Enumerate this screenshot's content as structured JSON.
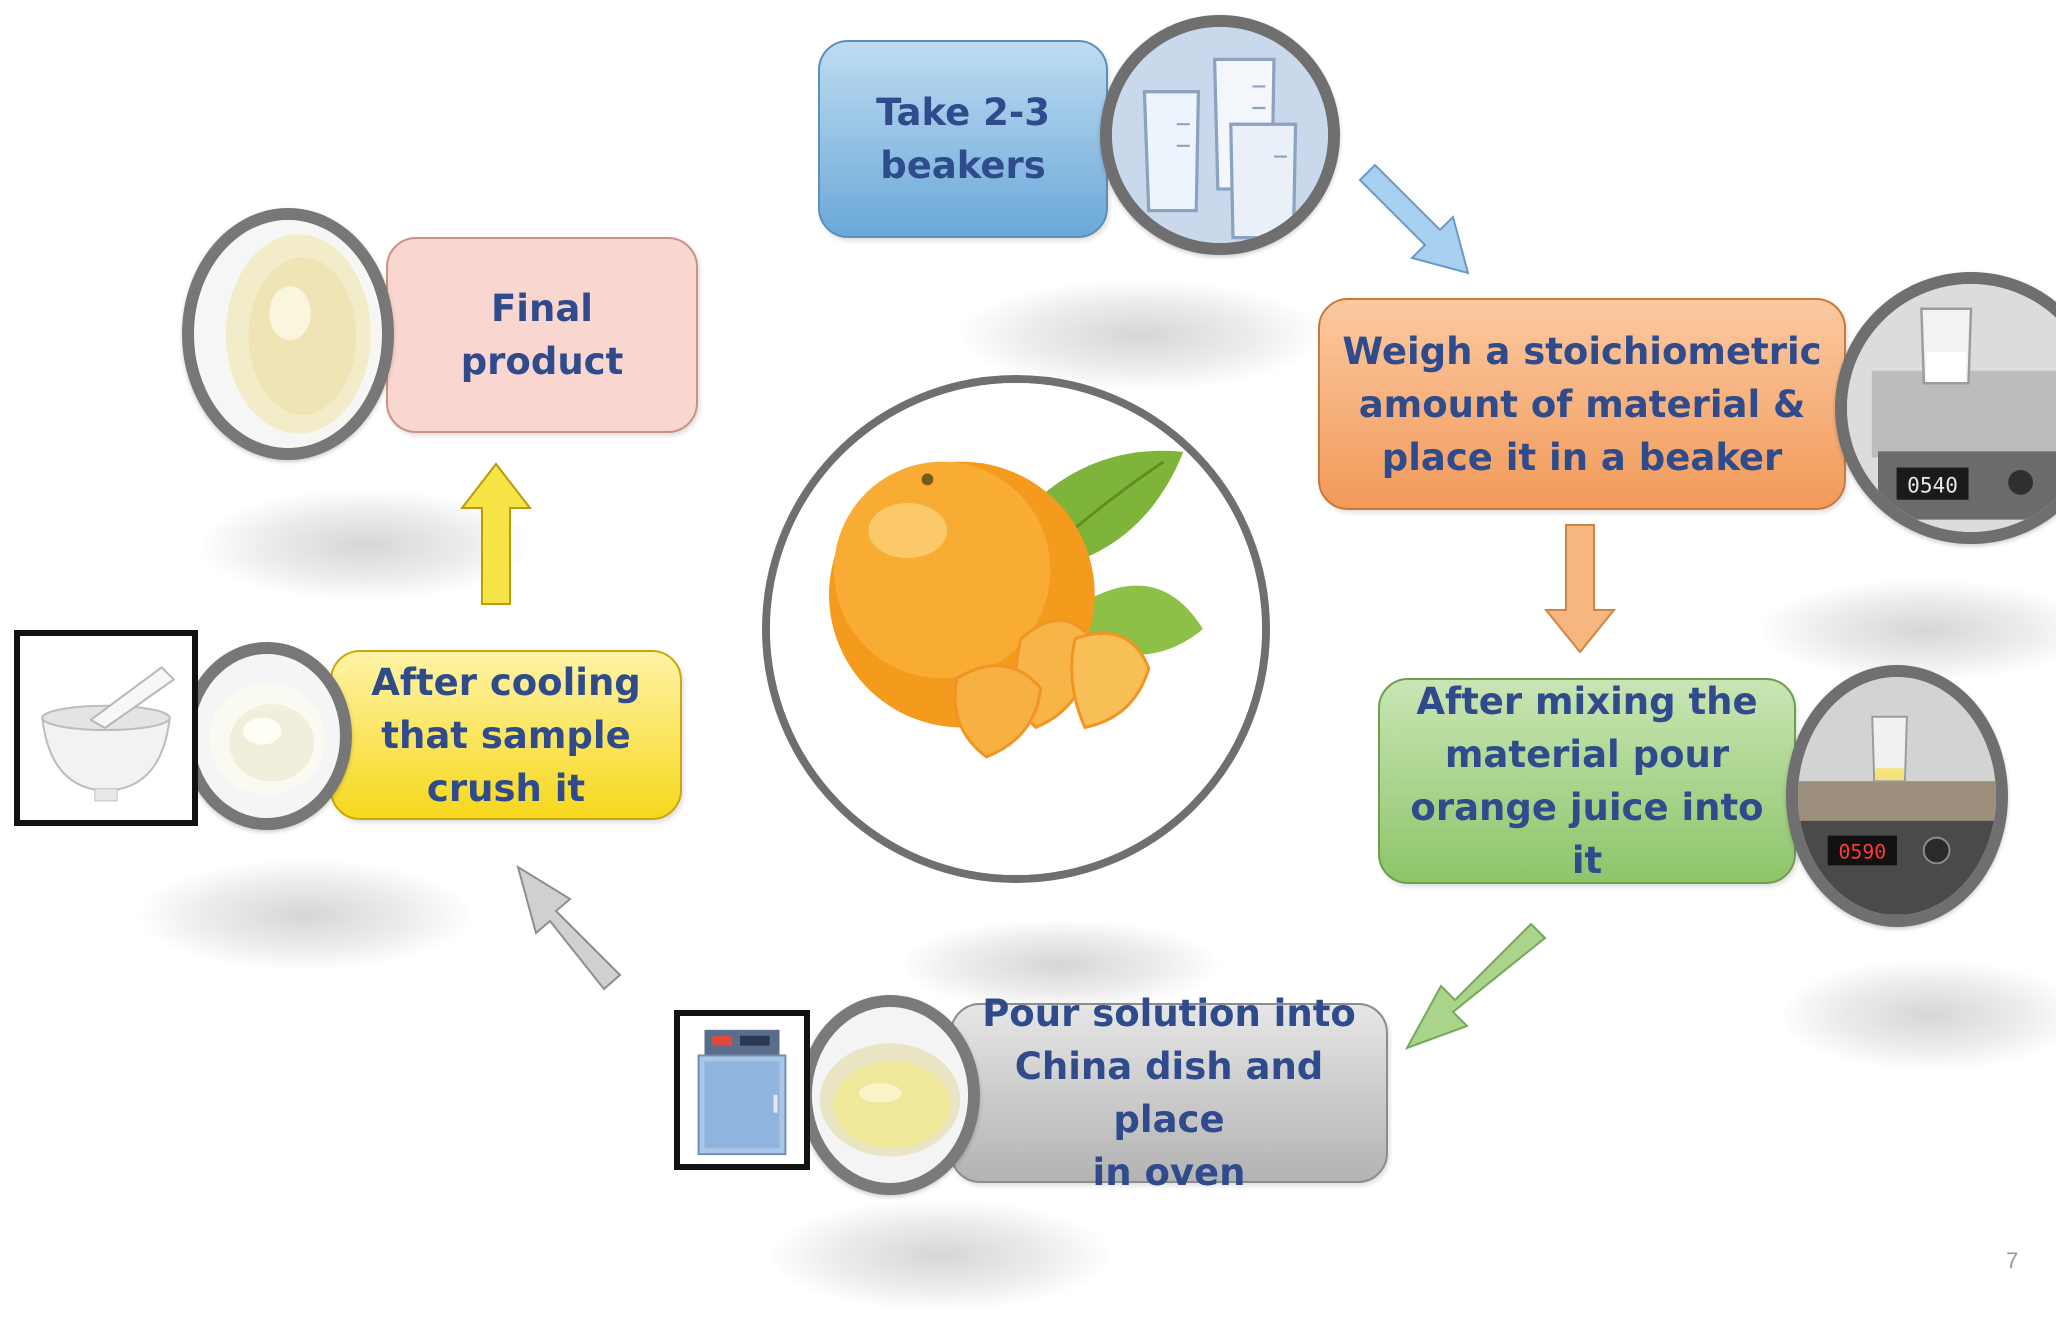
{
  "steps": {
    "take_beakers": "Take 2-3\nbeakers",
    "weigh_material": "Weigh a stoichiometric\namount of material &\nplace it in a beaker",
    "mix_juice": "After mixing the\nmaterial pour\norange juice into it",
    "pour_dish": "Pour solution into\nChina dish and place\nin oven",
    "cool_crush": "After cooling\nthat sample\ncrush it",
    "final_product": "Final product"
  },
  "display_readings": {
    "balance_reading": "0540",
    "stirrer_reading": "0590"
  },
  "page_number": "7",
  "colors": {
    "text": "#2f4b8c",
    "blue_box": "#6ba8d8",
    "pink_box": "#f9d7d0",
    "orange_box": "#f29a5a",
    "green_box": "#8dc56a",
    "grey_box": "#b3b3b3",
    "yellow_box": "#f6d81c",
    "blue_arrow": "#a8d0f0",
    "orange_arrow": "#f7b57f",
    "green_arrow": "#a9d48a",
    "grey_arrow": "#d0d0d0",
    "yellow_arrow": "#f7e547"
  },
  "icons": [
    "beakers-photo",
    "balance-photo",
    "stirrer-photo",
    "oven-icon",
    "china-dish-photo",
    "powder-photo",
    "mortar-pestle-icon",
    "final-powder-photo",
    "orange-fruit-image"
  ]
}
